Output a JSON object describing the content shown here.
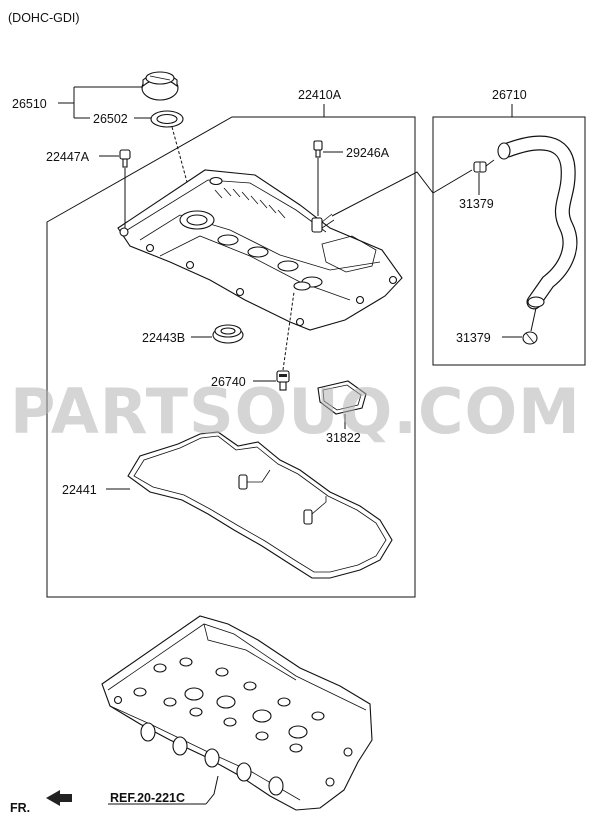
{
  "header": {
    "variant": "(DOHC-GDI)"
  },
  "watermark": "PARTSOUQ.COM",
  "parts": {
    "p26510": "26510",
    "p26502": "26502",
    "p22447A": "22447A",
    "p22410A": "22410A",
    "p29246A": "29246A",
    "p26710": "26710",
    "p31379_top": "31379",
    "p31379_bottom": "31379",
    "p22443B": "22443B",
    "p26740": "26740",
    "p31822": "31822",
    "p22441": "22441"
  },
  "footer": {
    "reference": "REF.20-221C",
    "direction": "FR."
  }
}
